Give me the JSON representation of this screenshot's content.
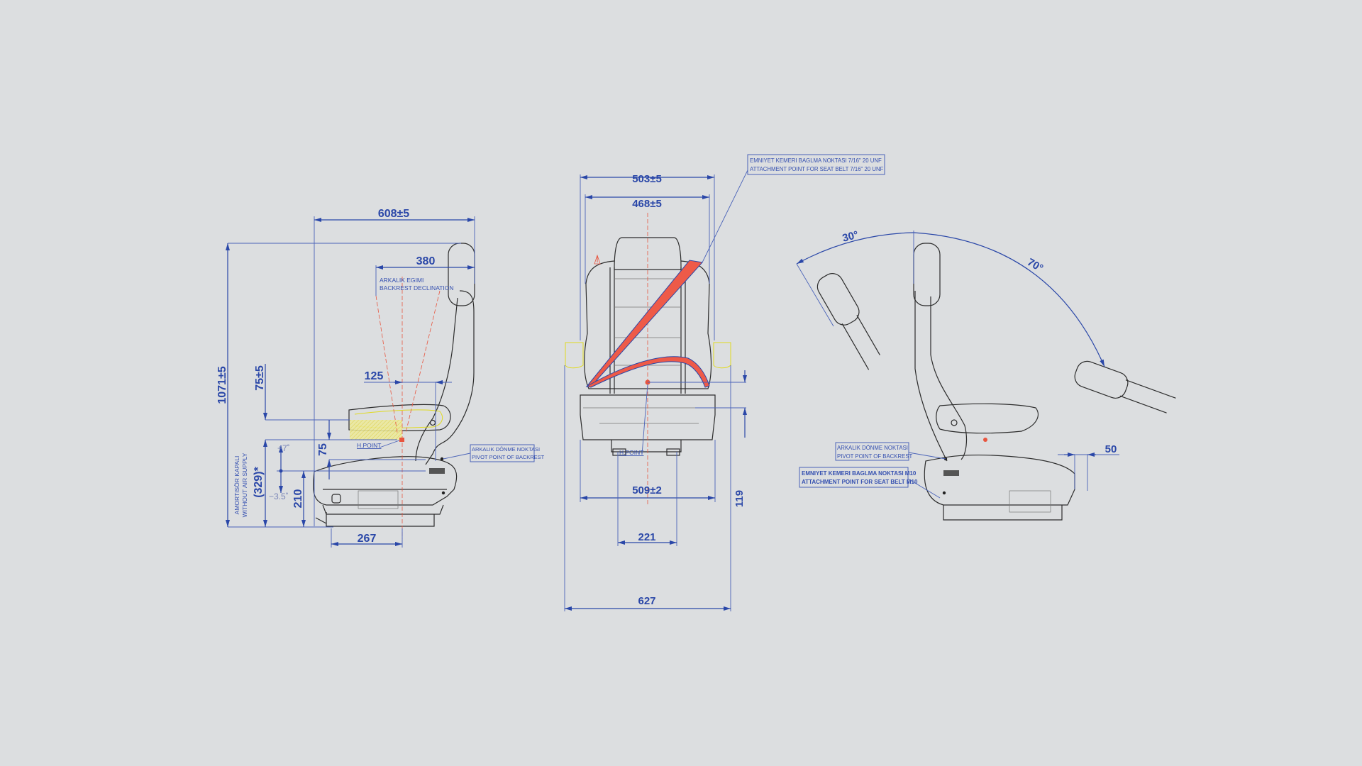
{
  "colors": {
    "background": "#dcdee0",
    "dimension": "#2a47a8",
    "belt": "#e8553f",
    "armrest_highlight": "#e0da20"
  },
  "side_view": {
    "dims": {
      "depth": "608±5",
      "height": "1071±5",
      "backrest_offset": "380",
      "hpoint_offset": "125",
      "armrest_height": "75±5",
      "hpoint_height": "75",
      "suspension_stroke": "(329)*",
      "base_height": "210",
      "base_depth": "267",
      "tilt_up": "+7˚",
      "tilt_down": "−3.5˚"
    },
    "backrest_declination": [
      "ARKALIK EGIMI",
      "BACKREST DECLINATION"
    ],
    "air_note": [
      "AMORTISÖR KAPALI",
      "WITHOUT AIR SUPPLY"
    ],
    "h_point": "H.POINT",
    "pivot_callout": [
      "ARKALIK DÖNME NOKTASI",
      "PIVOT POINT OF BACKREST"
    ]
  },
  "front_view": {
    "dims": {
      "backrest_width_outer": "503±5",
      "backrest_width_inner": "468±5",
      "base_width": "509±2",
      "overall_width": "627",
      "rail_spacing": "221",
      "belt_height": "119"
    },
    "h_point": "H.POINT",
    "belt_callout": [
      "EMNIYET KEMERI BAGLMA NOKTASI 7/16\" 20 UNF",
      "ATTACHMENT POINT FOR SEAT BELT 7/16\" 20 UNF"
    ]
  },
  "recline_view": {
    "dims": {
      "forward_angle": "30°",
      "recline_angle": "70°",
      "cushion_extension": "50"
    },
    "pivot_callout": [
      "ARKALIK DÖNME NOKTASI",
      "PIVOT POINT OF BACKREST"
    ],
    "belt_callout": [
      "EMNIYET KEMERI BAGLMA NOKTASI M10",
      "ATTACHMENT POINT FOR SEAT BELT M10"
    ]
  }
}
